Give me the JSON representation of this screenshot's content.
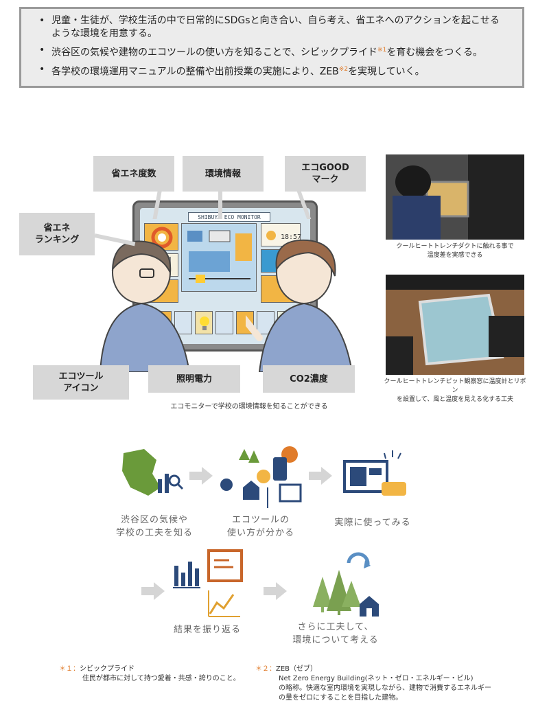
{
  "summary": {
    "bullets": [
      {
        "text": "児童・生徒が、学校生活の中で日常的にSDGsと向き合い、自ら考え、省エネへのアクションを起こせるような環境を用意する。",
        "sup": ""
      },
      {
        "text": "渋谷区の気候や建物のエコツールの使い方を知ることで、シビックプライド",
        "sup": "※1",
        "tail": "を育む機会をつくる。"
      },
      {
        "text": "各学校の環境運用マニュアルの整備や出前授業の実施により、ZEB",
        "sup": "※2",
        "tail": "を実現していく。"
      }
    ]
  },
  "illustration": {
    "monitor_title": "SHIBUYA ECO MONITOR",
    "callouts": {
      "energy_index": "省エネ度数",
      "env_info": "環境情報",
      "eco_good": "エコGOOD\nマーク",
      "ranking": "省エネ\nランキング",
      "eco_tool_icon": "エコツール\nアイコン",
      "lighting_power": "照明電力",
      "co2": "CO2濃度"
    },
    "caption": "エコモニターで学校の環境情報を知ることができる"
  },
  "photos": {
    "photo1_caption": "クールヒートトレンチダクトに触れる事で\n温度差を実感できる",
    "photo2_caption": "クールヒートトレンチピット観察窓に温度計とリボン\nを設置して、風と温度を見える化する工夫"
  },
  "process": {
    "steps": [
      "渋谷区の気候や\n学校の工夫を知る",
      "エコツールの\n使い方が分かる",
      "実際に使ってみる",
      "結果を振り返る",
      "さらに工夫して、\n環境について考える"
    ]
  },
  "footnotes": {
    "fn1_mark": "＊１：",
    "fn1_title": "シビックプライド",
    "fn1_body": "住民が都市に対して持つ愛着・共感・誇りのこと。",
    "fn2_mark": "＊２：",
    "fn2_title": "ZEB（ゼブ）",
    "fn2_body": "Net Zero Energy Building(ネット・ゼロ・エネルギー・ビル)\nの略称。快適な室内環境を実現しながら、建物で消費するエネルギー\nの量をゼロにすることを目指した建物。"
  },
  "colors": {
    "accent_orange": "#e07b2a",
    "step_blue": "#2c4a7a",
    "step_green": "#6a9a3a",
    "arrow_gray": "#d5d5d5"
  }
}
